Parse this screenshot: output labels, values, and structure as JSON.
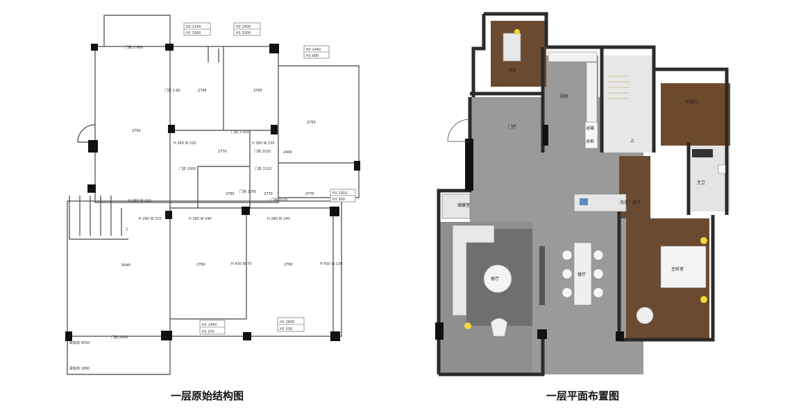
{
  "captions": {
    "original_structure": "一层原始结构图",
    "floor_layout": "一层平面布置图"
  },
  "original_plan": {
    "window_tags": [
      {
        "l1": "H2 1140",
        "l2": "H1 1000"
      },
      {
        "l1": "H2 1400",
        "l2": "H1 1000"
      },
      {
        "l1": "H2 1440",
        "l2": "H1 900"
      },
      {
        "l1": "H2 1910",
        "l2": "H1 900"
      },
      {
        "l1": "H2 1440",
        "l2": "H1 970"
      },
      {
        "l1": "H2 2830",
        "l2": "H1 300"
      }
    ],
    "ceiling_heights": [
      "2750",
      "2760",
      "2760",
      "2750",
      "2770",
      "2780",
      "2770",
      "2770",
      "2400",
      "5640",
      "2760",
      "2760"
    ],
    "dimension_notes": [
      "门高 2.960",
      "门高 2.60",
      "门高 2.920",
      "门高 2020",
      "门高 2000",
      "门高 2120",
      "门高 2000",
      "门高 2020",
      "门高 2910",
      "梁底高 4550",
      "梁底高 1880",
      "H 280 W 220",
      "H 280 W 230",
      "H 280 W 210",
      "H 280 W 310",
      "H 280 W 240",
      "H 280 W 240",
      "H 430 W 70",
      "H 430 W 130"
    ],
    "stair_label": "上"
  },
  "layout_plan": {
    "rooms": {
      "study": "书房",
      "kitchen": "厨房",
      "foyer": "门厅",
      "fridge": "冰箱",
      "freezer": "冰柜",
      "stair_up": "上",
      "cloakroom": "衣帽间",
      "master_bath": "主卫",
      "storage": "储藏室",
      "washer": "洗衣",
      "dryer": "烘干",
      "living": "客厅",
      "dining": "餐厅",
      "master_bedroom": "主卧室"
    }
  }
}
